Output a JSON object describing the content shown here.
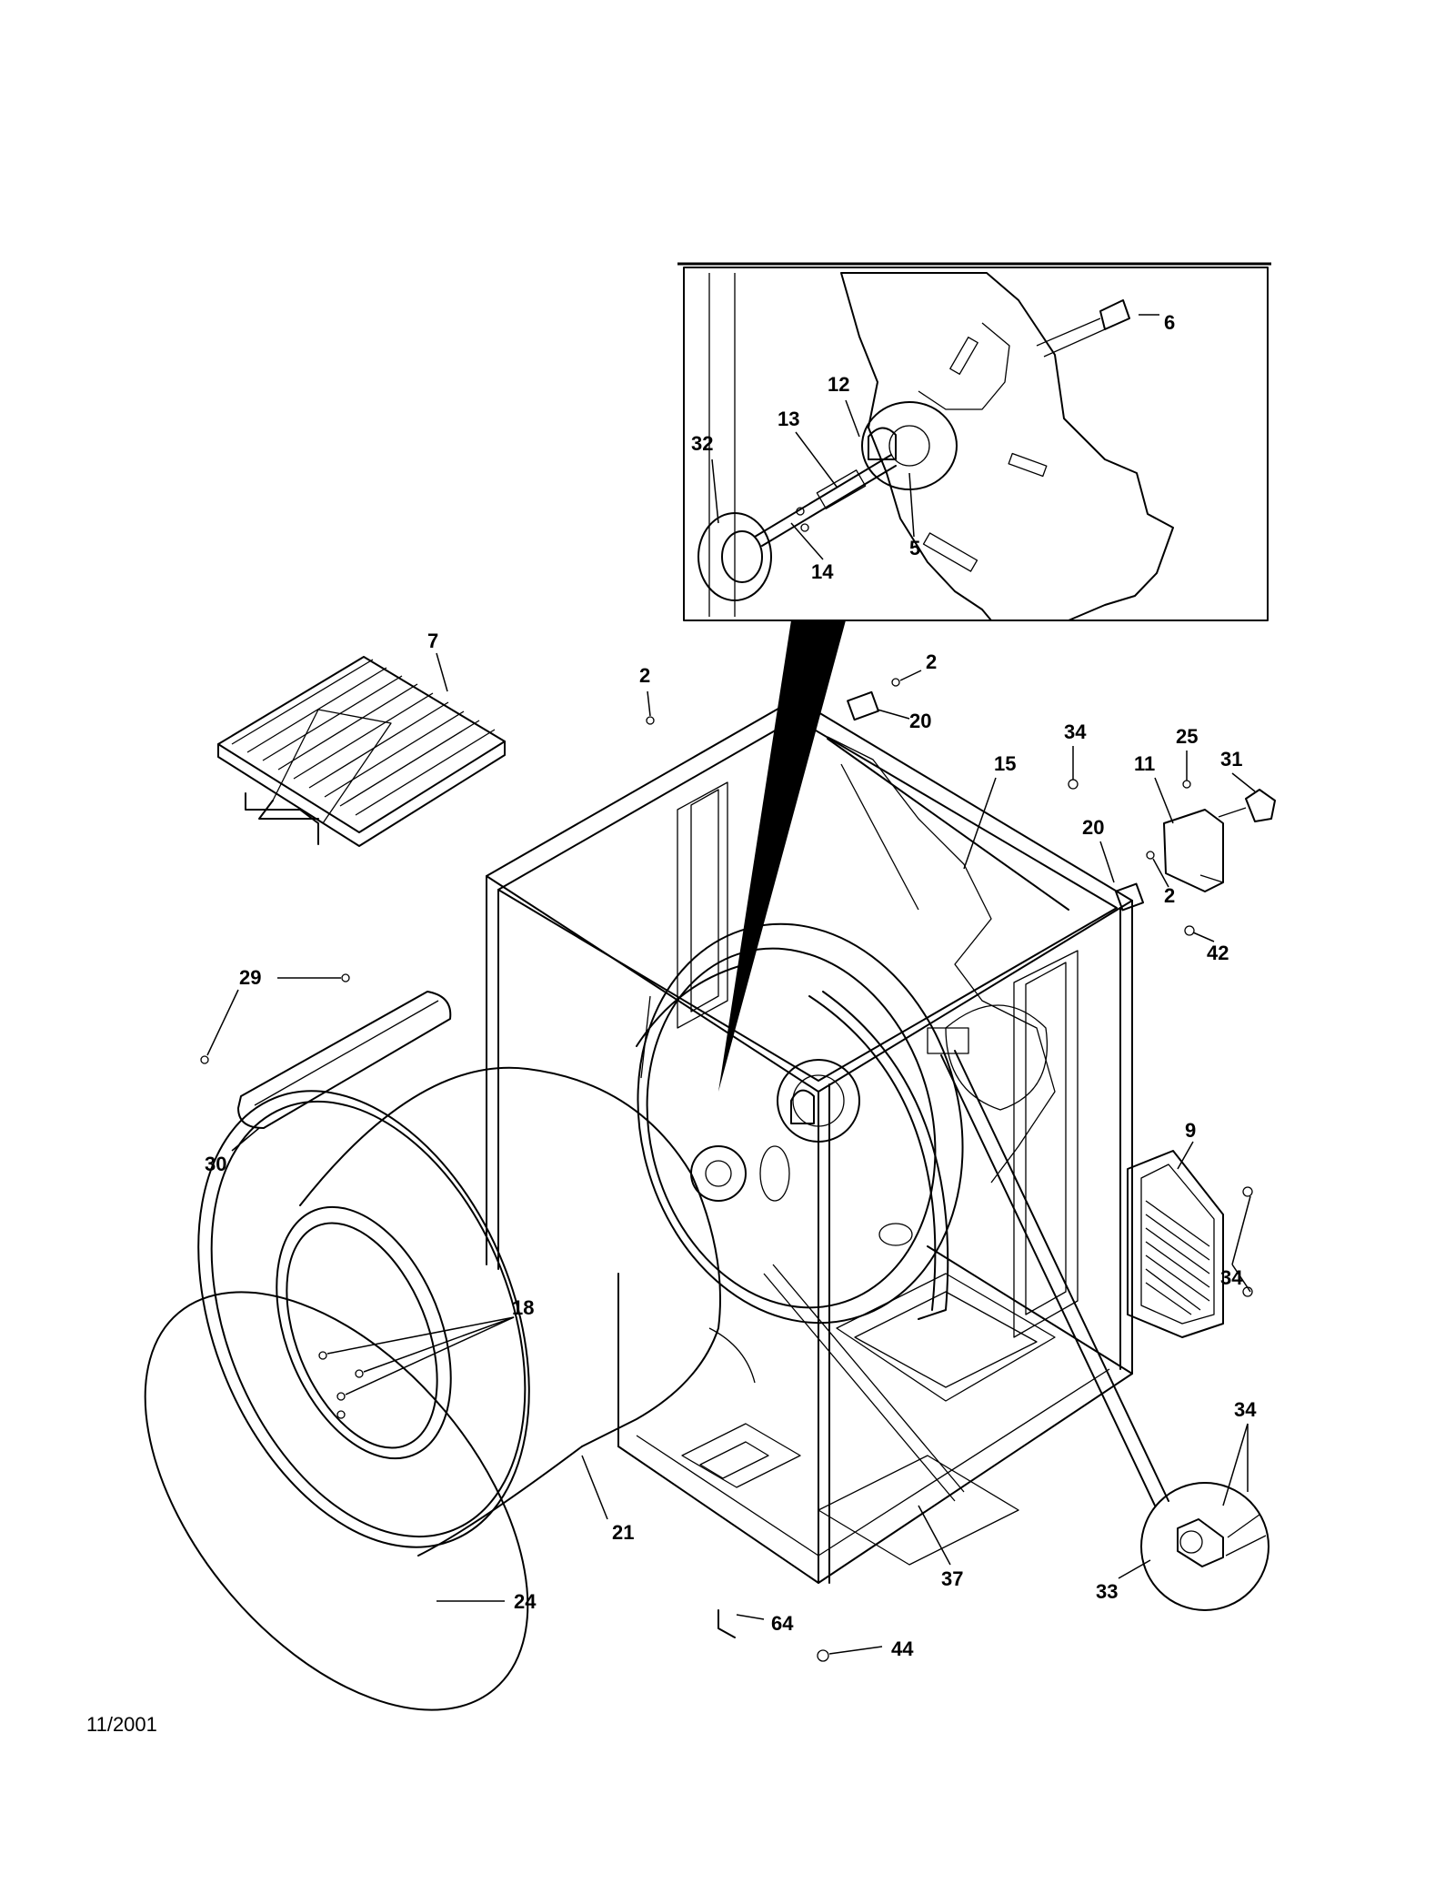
{
  "footer": {
    "date": "11/2001"
  },
  "inset_labels": {
    "p6": "6",
    "p12": "12",
    "p13": "13",
    "p32": "32",
    "p14": "14",
    "p5": "5"
  },
  "labels": {
    "p7": "7",
    "p2a": "2",
    "p2b": "2",
    "p20a": "20",
    "p15": "15",
    "p34a": "34",
    "p25": "25",
    "p11": "11",
    "p31": "31",
    "p20b": "20",
    "p2c": "2",
    "p42": "42",
    "p29": "29",
    "p30": "30",
    "p9": "9",
    "p34b": "34",
    "p18": "18",
    "p34c": "34",
    "p33": "33",
    "p21": "21",
    "p37": "37",
    "p24": "24",
    "p64": "64",
    "p44": "44"
  }
}
